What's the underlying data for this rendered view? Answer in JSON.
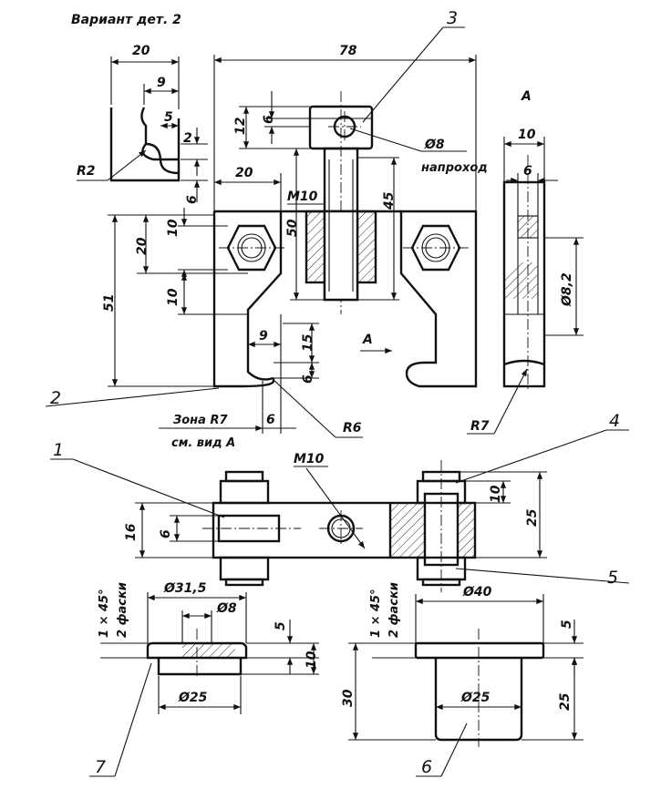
{
  "title": "Вариант дет. 2",
  "view_label": "А",
  "arrow_label": "А",
  "part_numbers": [
    "1",
    "2",
    "3",
    "4",
    "5",
    "6",
    "7"
  ],
  "dims": {
    "d78": "78",
    "d20_top": "20",
    "d9_top": "9",
    "d5": "5",
    "d2": "2",
    "d6_corner": "6",
    "r2": "R2",
    "d12": "12",
    "d6_bolt": "6",
    "d20_left": "20",
    "m10_top": "M10",
    "d50": "50",
    "d45": "45",
    "hole8": "Ø8",
    "hole8_note": "напроход",
    "dv20": "20",
    "dv10": "10",
    "dv51": "51",
    "dv10b": "10",
    "dv9": "9",
    "dv15": "15",
    "dv6": "6",
    "zone_text": "Зона R7",
    "zone_text2": "см. вид А",
    "zone_6": "6",
    "r6": "R6",
    "sv10": "10",
    "sv6": "6",
    "sv82": "Ø8,2",
    "r7": "R7",
    "m10_bottom": "M10",
    "plan16": "16",
    "plan6": "6",
    "plan10": "10",
    "plan25": "25",
    "chamf": "1 × 45°",
    "chamf_txt": "2 фаски",
    "w7_315": "Ø31,5",
    "w7_8": "Ø8",
    "w7_5": "5",
    "w7_10": "10",
    "w7_25": "Ø25",
    "w6_40": "Ø40",
    "w6_5": "5",
    "w6_30": "30",
    "w6_25v": "25",
    "w6_25d": "Ø25"
  }
}
